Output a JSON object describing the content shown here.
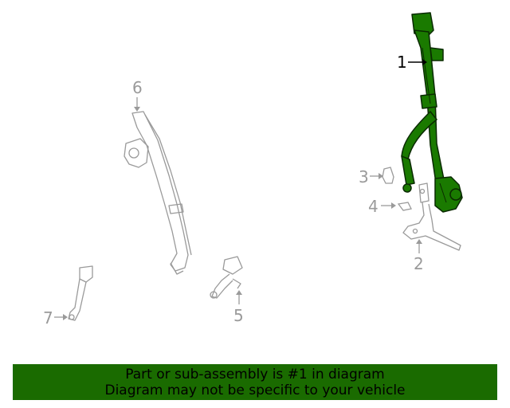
{
  "callouts": {
    "c1": "1",
    "c2": "2",
    "c3": "3",
    "c4": "4",
    "c5": "5",
    "c6": "6",
    "c7": "7"
  },
  "banner": {
    "line1": "Part or sub-assembly is #1 in diagram",
    "line2": "Diagram may not be specific to your vehicle"
  },
  "colors": {
    "highlight": "#1a7a00",
    "part_outline": "#9a9a9a",
    "banner_bg": "#1a6b00"
  }
}
